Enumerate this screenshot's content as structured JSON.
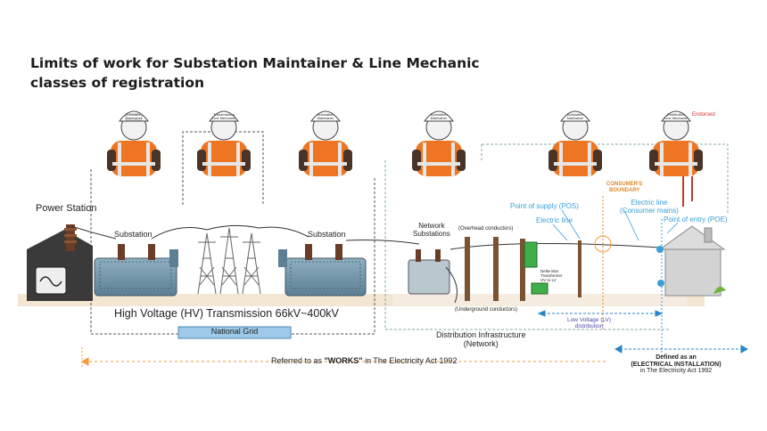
{
  "title": {
    "line1": "Limits  of work for Substation Maintainer & Line Mechanic",
    "line2": "classes of registration"
  },
  "labels": {
    "power_station": "Power Station",
    "substation_1": "Substation",
    "substation_2": "Substation",
    "network_substations": "Network\nSubstations",
    "overhead_conductors": "(Overhead conductors)",
    "underground_conductors": "(Underground conductors)",
    "hv_transmission": "High Voltage (HV) Transmission 66kV~400kV",
    "national_grid": "National Grid",
    "distribution_infrastructure": "Distribution Infrastructure\n(Network)",
    "point_of_supply": "Point of supply (POS)",
    "consumers_boundary": "CONSUMER'S\nBOUNDARY",
    "electric_line_1": "Electric line",
    "electric_line_2": "Electric line\n(Consumer mains)",
    "point_of_entry": "Point of entry (POE)",
    "delta_star_transformer": "Delta-Star\nTransformer\nHV to LV",
    "low_voltage": "Low Voltage (LV)\ndistribution",
    "endorsed": "Endorsed",
    "works_prefix": "Referred to as ",
    "works_bold": "\"WORKS\"",
    "works_suffix": " in The Electricity Act 1992",
    "installation_line1": "Defined as an",
    "installation_line2": "(ELECTRICAL INSTALLATION)",
    "installation_line3": "in The Electricity Act 1992"
  },
  "helmet_labels": [
    "Substation\nMaintainer",
    "Transmission\nLine Mechanic",
    "Substation\nMaintainer",
    "Substation\nMaintainer",
    "Substation\nMaintainer",
    "Distribution\nLine Mechanic"
  ],
  "colors": {
    "vest_orange": "#ee7622",
    "reflective_stripe": "#e6e6e6",
    "transformer_steel": "#6c8fa3",
    "ground_tan": "#f3e6d2",
    "grid_bar_blue": "#9ec9e8",
    "electric_blue": "#3aa0d8",
    "dimension_orange": "#f39a3a",
    "dimension_blue": "#2a86c8",
    "boundary_orange": "#e08a2c",
    "endorsed_red": "#d8322c",
    "lv_purple": "#4a4aa8"
  }
}
